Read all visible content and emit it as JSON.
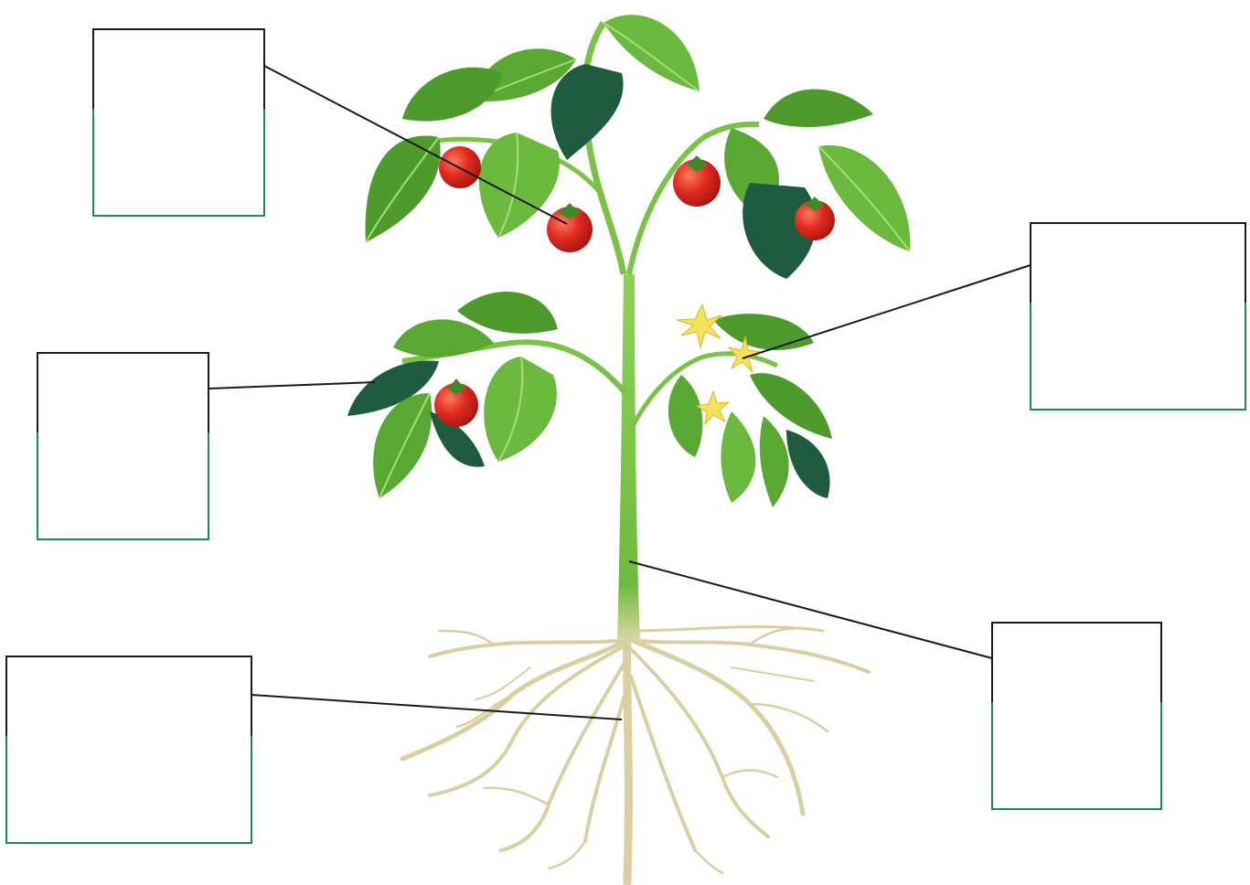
{
  "diagram": {
    "subject": "tomato plant",
    "colors": {
      "stem": "#7cc24a",
      "stem_dark": "#4f9a2e",
      "leaf_light": "#74c046",
      "leaf_mid": "#4e9a2c",
      "leaf_dark": "#1f5b3e",
      "tomato": "#e12b22",
      "flower": "#f5e25a",
      "root": "#d9cfa0",
      "leader_line": "#1a1a1a",
      "box_top_border": "#1a1a1a",
      "box_bottom_border": "#1e8a48"
    },
    "labels": [
      {
        "id": "fruit",
        "points_to": "fruit",
        "term": "",
        "description": ""
      },
      {
        "id": "leaf",
        "points_to": "leaf",
        "term": "",
        "description": ""
      },
      {
        "id": "root",
        "points_to": "root",
        "term": "",
        "description": ""
      },
      {
        "id": "flower",
        "points_to": "flower",
        "term": "",
        "description": ""
      },
      {
        "id": "stem",
        "points_to": "stem",
        "term": "",
        "description": ""
      }
    ]
  }
}
